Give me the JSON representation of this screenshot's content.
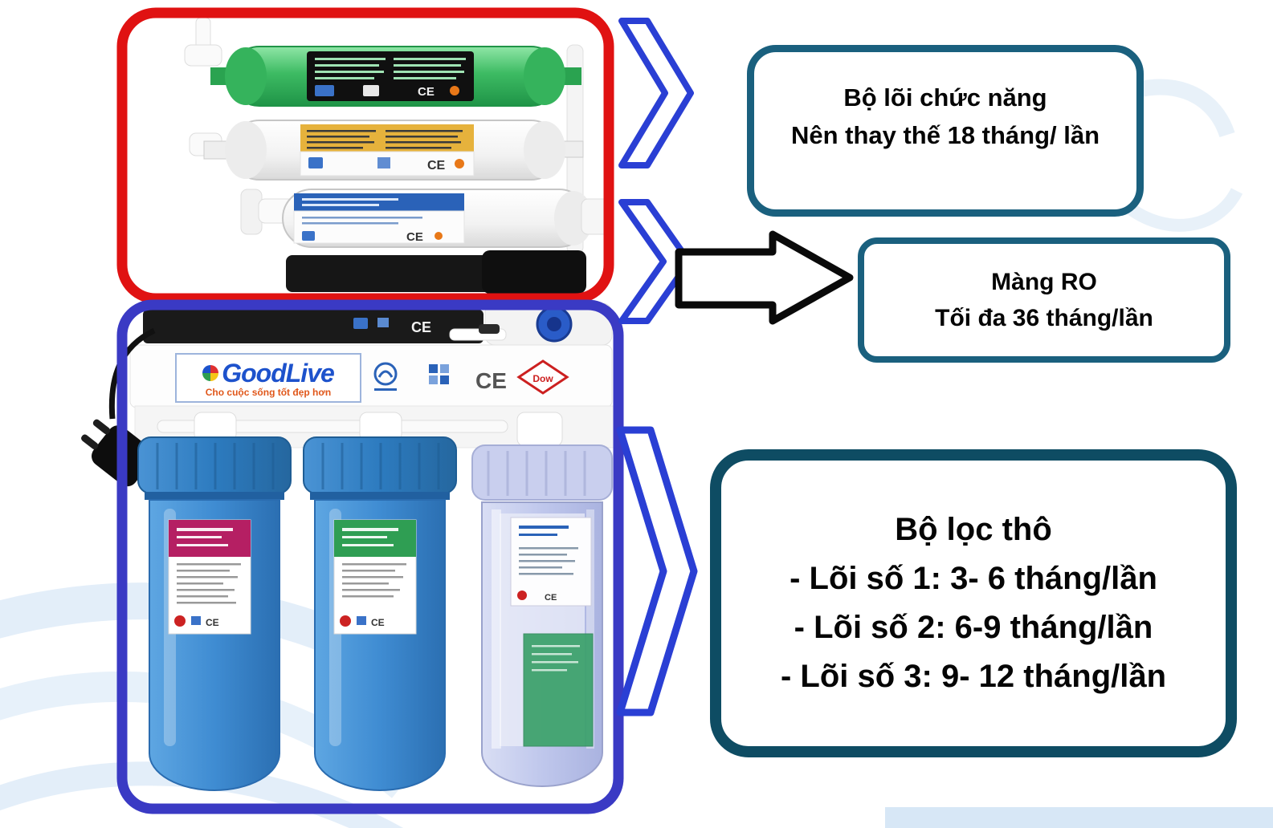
{
  "product": {
    "brand": "GoodLive",
    "tagline": "Cho cuộc sống tốt đẹp hơn",
    "cert_ce": "CE",
    "cert_dow": "Dow"
  },
  "callouts": {
    "functional": {
      "line1": "Bộ lõi chức năng",
      "line2": "Nên thay thế 18 tháng/ lần"
    },
    "ro": {
      "line1": "Màng RO",
      "line2": "Tối đa 36 tháng/lần"
    },
    "coarse": {
      "title": "Bộ lọc thô",
      "items": [
        "- Lõi số 1: 3- 6 tháng/lần",
        "- Lõi số 2: 6-9 tháng/lần",
        "- Lõi số 3: 9- 12 tháng/lần"
      ]
    }
  },
  "colors": {
    "highlight_red": "#e01212",
    "highlight_blue": "#3a3ac4",
    "callout_border": "#1a607e",
    "callout_border_dark": "#0e4c63",
    "arrow_blue": "#2a3fd4"
  }
}
